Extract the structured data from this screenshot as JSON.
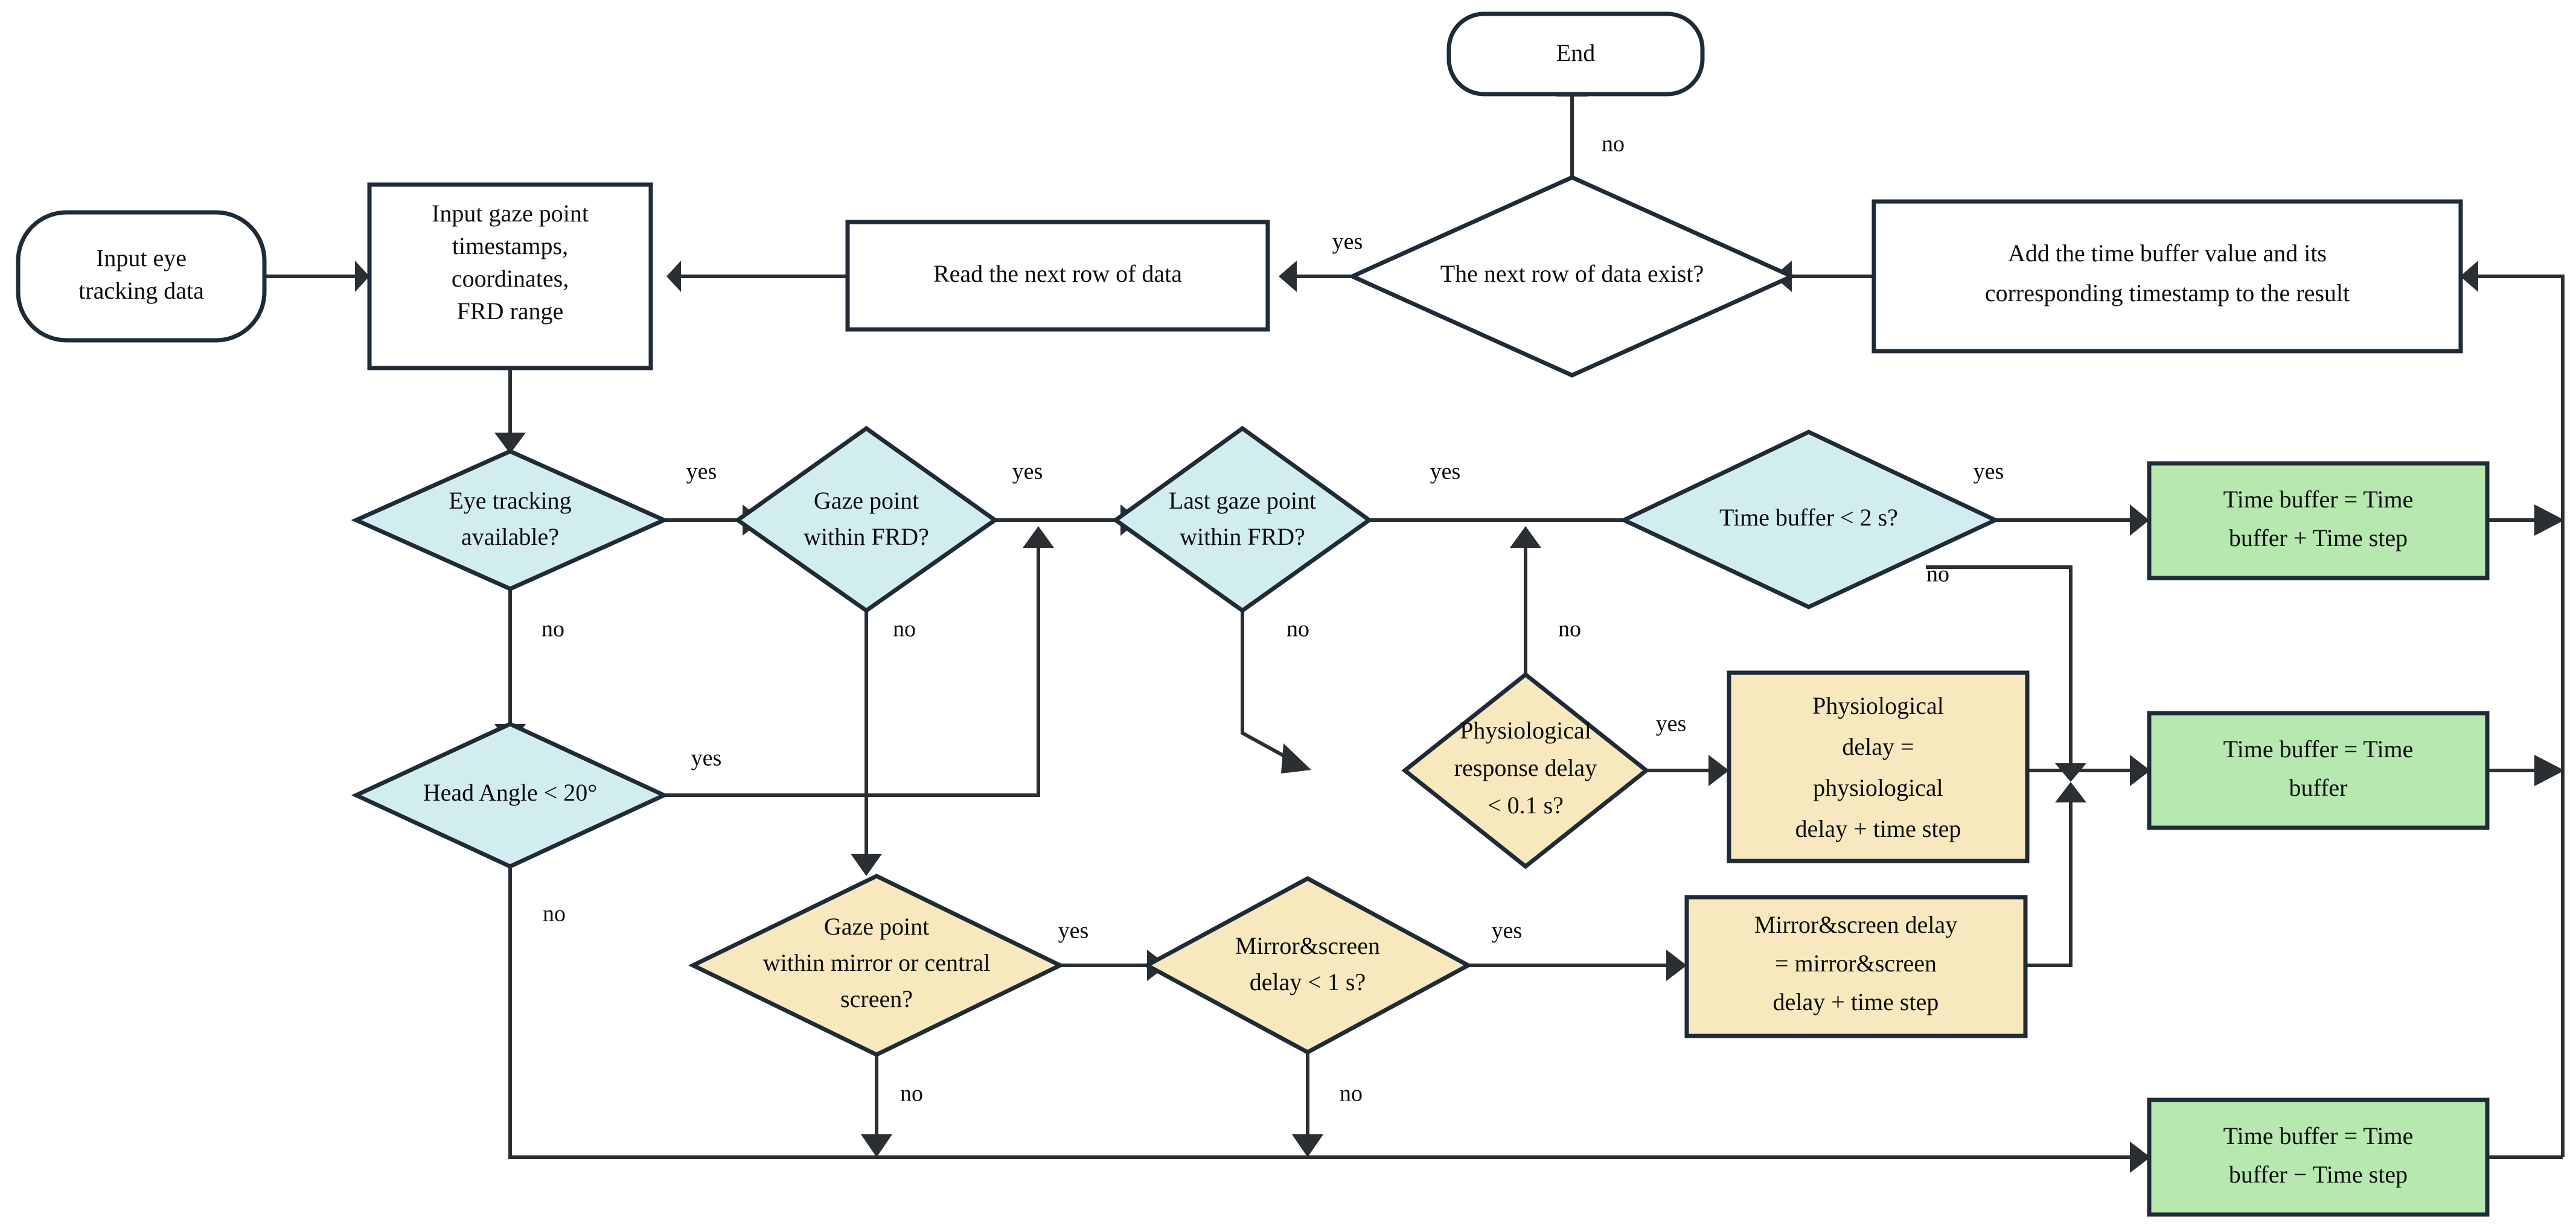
{
  "diagram": {
    "title": "Eye tracking time buffer computation flowchart",
    "colors": {
      "blue_decision": "#d2edf0",
      "yellow_decision": "#f7e9bd",
      "green_process": "#b6e8b0",
      "white_process": "#ffffff",
      "stroke": "#1f2b36",
      "connector": "#2b2f33"
    }
  },
  "nodes": {
    "start": {
      "label": "Input eye tracking data",
      "lines": [
        "Input eye",
        "tracking data"
      ],
      "shape": "terminator"
    },
    "input_params": {
      "label": "Input gaze point timestamps, coordinates, FRD range",
      "lines": [
        "Input gaze point",
        "timestamps,",
        "coordinates,",
        "FRD range"
      ],
      "shape": "process"
    },
    "read_next_row": {
      "label": "Read the next row of data",
      "lines": [
        "Read the next row of data"
      ],
      "shape": "process"
    },
    "next_row_exist": {
      "label": "The next row of data exist?",
      "lines": [
        "The next row of data exist?"
      ],
      "shape": "decision"
    },
    "add_buffer_result": {
      "label": "Add the time buffer value and its corresponding timestamp to the result",
      "lines": [
        "Add the time buffer value and its",
        "corresponding timestamp to the result"
      ],
      "shape": "process"
    },
    "end": {
      "label": "End",
      "lines": [
        "End"
      ],
      "shape": "terminator"
    },
    "eye_tracking_available": {
      "label": "Eye tracking available?",
      "lines": [
        "Eye tracking",
        "available?"
      ],
      "shape": "decision"
    },
    "gaze_within_frd": {
      "label": "Gaze point within FRD?",
      "lines": [
        "Gaze point",
        "within FRD?"
      ],
      "shape": "decision"
    },
    "last_gaze_within_frd": {
      "label": "Last gaze point within FRD?",
      "lines": [
        "Last gaze point",
        "within FRD?"
      ],
      "shape": "decision"
    },
    "time_buffer_lt_2s": {
      "label": "Time buffer < 2 s?",
      "lines": [
        "Time buffer < 2 s?"
      ],
      "shape": "decision"
    },
    "head_angle_lt_20": {
      "label": "Head Angle < 20°",
      "lines": [
        "Head Angle < 20°"
      ],
      "shape": "decision"
    },
    "gaze_mirror_central": {
      "label": "Gaze point within  mirror or central screen?",
      "lines": [
        "Gaze point",
        "within  mirror or central",
        "screen?"
      ],
      "shape": "decision"
    },
    "mirror_screen_delay_lt_1s": {
      "label": "Mirror&screen delay < 1 s?",
      "lines": [
        "Mirror&screen",
        "delay < 1 s?"
      ],
      "shape": "decision"
    },
    "physio_delay_lt_01s": {
      "label": "Physiological response delay < 0.1 s?",
      "lines": [
        "Physiological",
        "response delay",
        "< 0.1 s?"
      ],
      "shape": "decision"
    },
    "physio_delay_update": {
      "label": "Physiological delay = physiological delay + time step",
      "lines": [
        "Physiological",
        "delay =",
        "physiological",
        "delay + time step"
      ],
      "shape": "process"
    },
    "mirror_screen_update": {
      "label": "Mirror&screen delay = mirror&screen delay + time step",
      "lines": [
        "Mirror&screen delay",
        "= mirror&screen",
        "delay + time step"
      ],
      "shape": "process"
    },
    "buffer_plus_step": {
      "label": "Time buffer = Time buffer + Time step",
      "lines": [
        "Time buffer = Time",
        "buffer + Time step"
      ],
      "shape": "process"
    },
    "buffer_same": {
      "label": "Time buffer = Time buffer",
      "lines": [
        "Time buffer = Time",
        "buffer"
      ],
      "shape": "process"
    },
    "buffer_minus_step": {
      "label": "Time buffer = Time buffer − Time step",
      "lines": [
        "Time buffer = Time",
        "buffer − Time step"
      ],
      "shape": "process"
    }
  },
  "edge_labels": {
    "next_row_yes": "yes",
    "next_row_no": "no",
    "eye_tracking_yes": "yes",
    "eye_tracking_no": "no",
    "gaze_frd_yes": "yes",
    "gaze_frd_no": "no",
    "last_gaze_yes": "yes",
    "last_gaze_no": "no",
    "time_buffer_yes": "yes",
    "time_buffer_no": "no",
    "head_angle_yes": "yes",
    "head_angle_no": "no",
    "gaze_mirror_yes": "yes",
    "gaze_mirror_no": "no",
    "mirror_delay_yes": "yes",
    "mirror_delay_no": "no",
    "physio_yes": "yes",
    "physio_no": "no"
  }
}
